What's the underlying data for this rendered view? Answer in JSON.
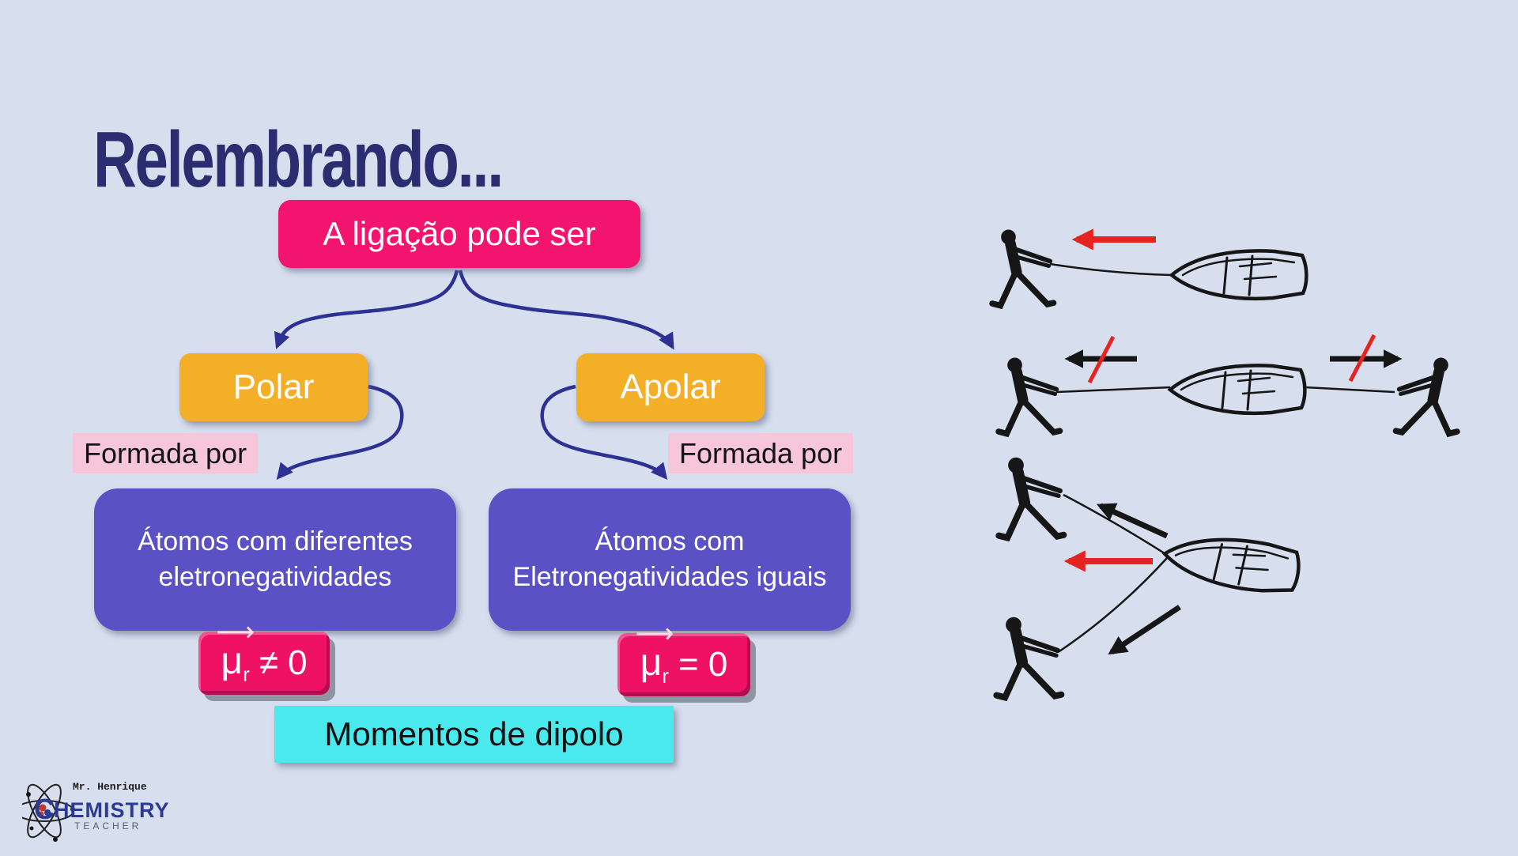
{
  "slide": {
    "title": "Relembrando...",
    "colors": {
      "background": "#d7deee",
      "title": "#2a2d70",
      "root_box": "#f2146e",
      "branch_box": "#f4af28",
      "detail_box": "#5a52c4",
      "label_highlight": "#f8c6da",
      "mu_box": "#ee1164",
      "footer_box": "#4ae9ed",
      "connector": "#2c3193",
      "force_arrow_red": "#e52320",
      "force_arrow_black": "#161616"
    }
  },
  "flowchart": {
    "root_label": "A ligação pode ser",
    "branch_left_label": "Polar",
    "branch_right_label": "Apolar",
    "formada_left": "Formada por",
    "formada_right": "Formada por",
    "detail_left": "Átomos com diferentes eletronegatividades",
    "detail_right": "Átomos com Eletronegatividades iguais",
    "mu_left": {
      "symbol": "μ",
      "subscript": "r",
      "vector_arrow": "⟶",
      "relation": "≠ 0"
    },
    "mu_right": {
      "symbol": "μ",
      "subscript": "r",
      "vector_arrow": "⟶",
      "relation": "= 0"
    },
    "footer_label": "Momentos de dipolo"
  },
  "logo": {
    "name": "Mr. Henrique",
    "brand_initial": "C",
    "brand_rest": "HEMISTRY",
    "subtitle": "TEACHER"
  }
}
